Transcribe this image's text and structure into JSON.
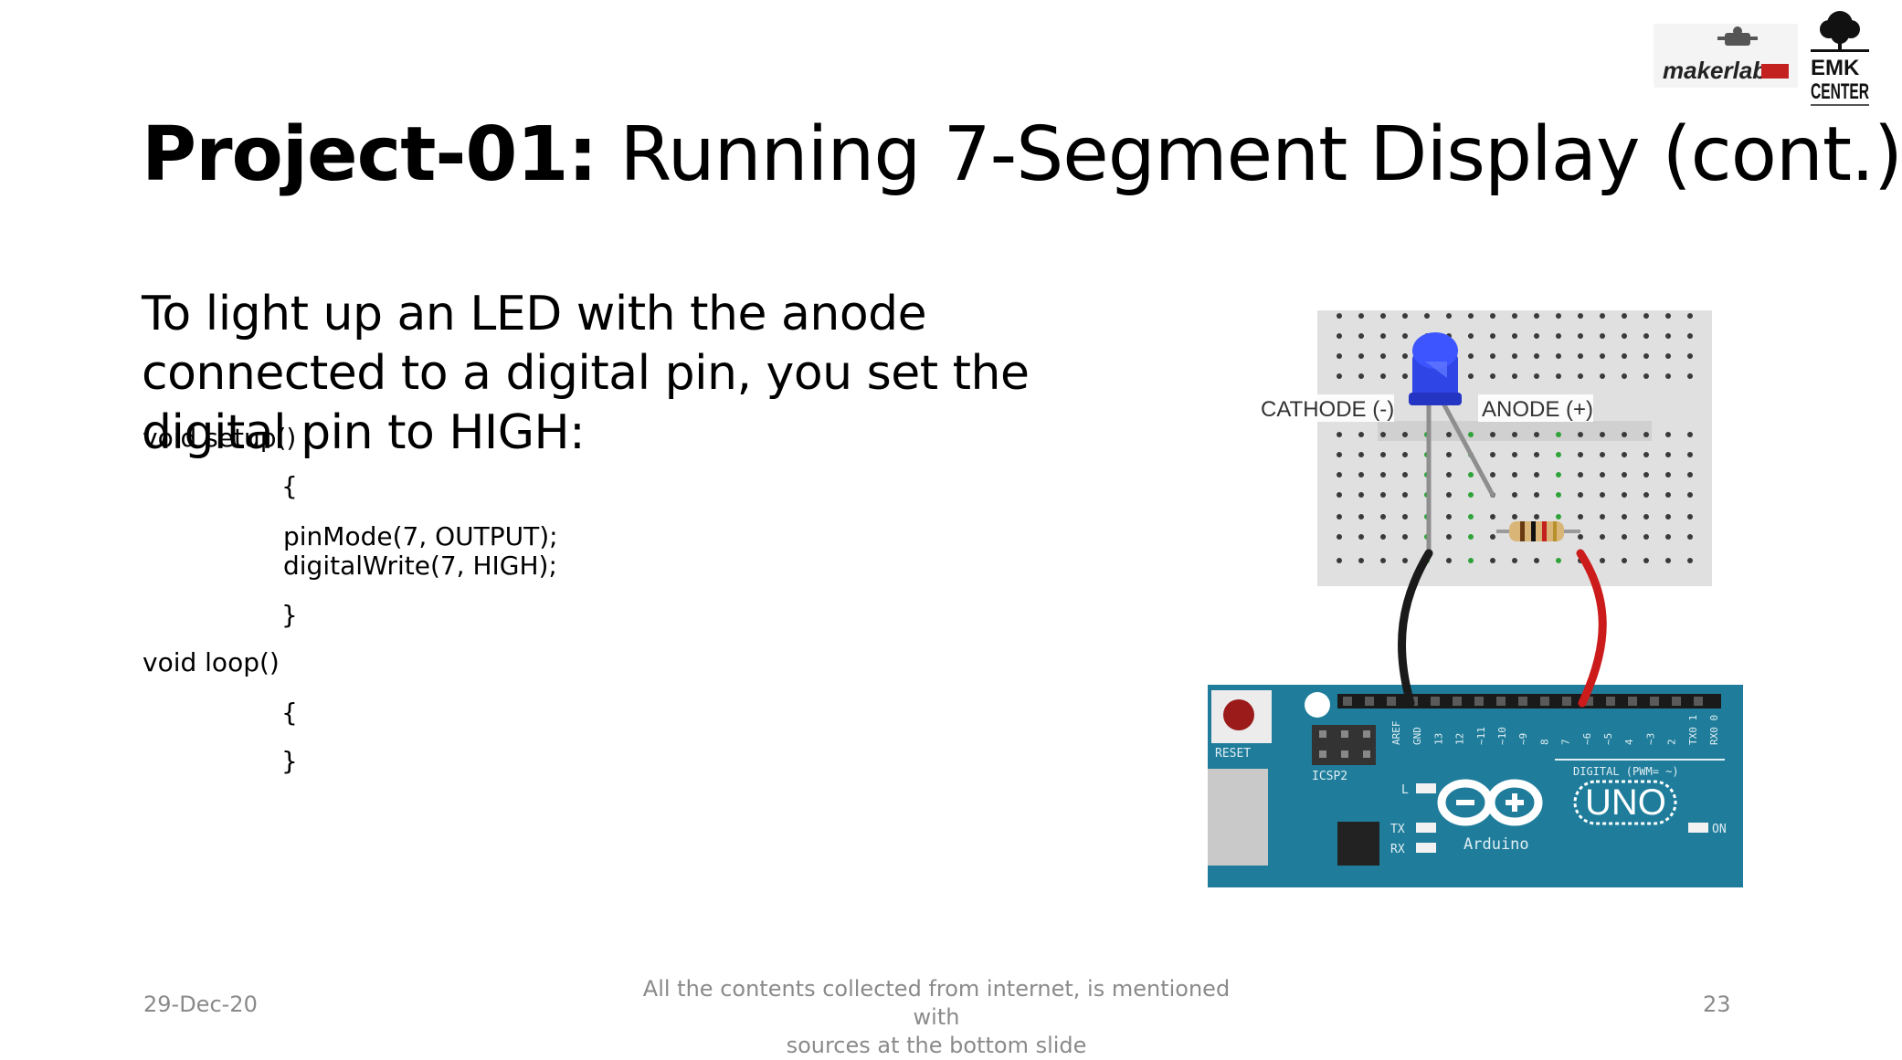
{
  "logos": {
    "makerlab": "makerlab",
    "emk_line1": "EMK",
    "emk_line2": "CENTER"
  },
  "title": {
    "bold": "Project-01:",
    "rest": " Running 7-Segment Display (cont.)"
  },
  "lead": "To light up an LED with the anode connected to a digital pin, you set the digital pin to HIGH:",
  "code": {
    "setup_sig": "void setup()",
    "setup_open": "{",
    "line1": "pinMode(7, OUTPUT);",
    "line2": "digitalWrite(7, HIGH);",
    "setup_close": "}",
    "loop_sig": "void loop()",
    "loop_open": "{",
    "loop_close": "}"
  },
  "figure": {
    "cathode_label": "CATHODE (-)",
    "anode_label": "ANODE (+)",
    "reset_label": "RESET",
    "icsp_label": "ICSP2",
    "digital_label": "DIGITAL (PWM= ~)",
    "brand_label": "Arduino",
    "model_label": "UNO",
    "led_l": "L",
    "led_tx": "TX",
    "led_rx": "RX",
    "led_on": "ON",
    "pin_labels": [
      "AREF",
      "GND",
      "13",
      "12",
      "~11",
      "~10",
      "~9",
      "8",
      "7",
      "~6",
      "~5",
      "4",
      "~3",
      "2",
      "TX0 1",
      "RX0 0"
    ],
    "colors": {
      "breadboard": "#e0e0e0",
      "board": "#1f7d9b",
      "led": "#2f45e6",
      "wire_black": "#1a1a1a",
      "wire_red": "#cc1b1b",
      "wire_gray": "#8e8e8e"
    }
  },
  "footer": {
    "date": "29-Dec-20",
    "note": "All the contents collected from internet, is mentioned with\nsources at the bottom slide",
    "page": "23"
  }
}
